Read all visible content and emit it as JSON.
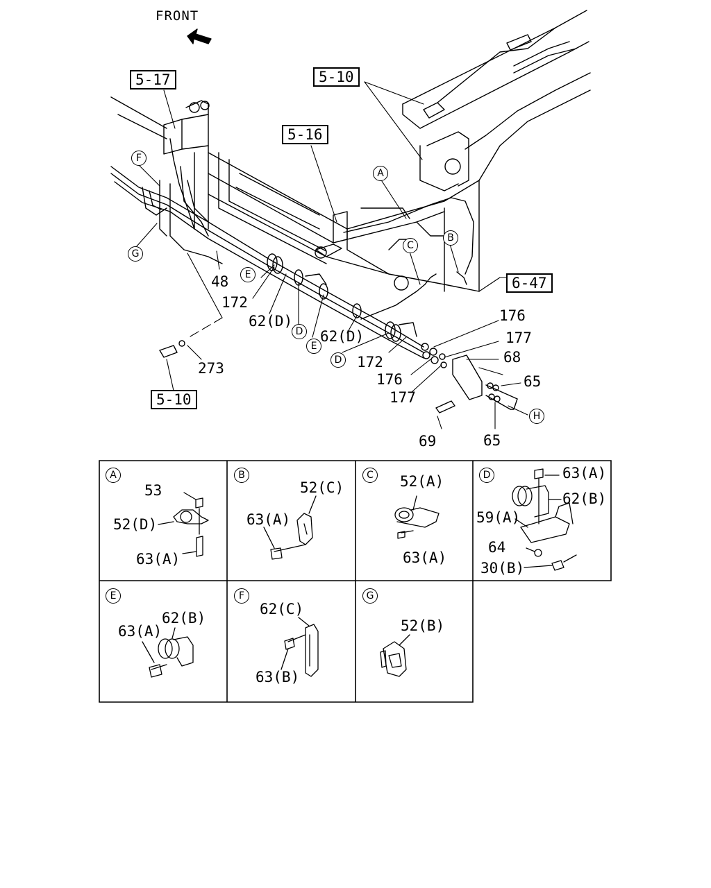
{
  "header": {
    "front_label": "FRONT"
  },
  "references": {
    "ref_5_17": "5-17",
    "ref_5_10_top": "5-10",
    "ref_5_16": "5-16",
    "ref_6_47": "6-47",
    "ref_5_10_bottom": "5-10"
  },
  "callouts": {
    "A": "A",
    "B": "B",
    "C": "C",
    "D": "D",
    "E": "E",
    "F": "F",
    "G": "G",
    "H": "H"
  },
  "main_parts": {
    "p48": "48",
    "p172_left": "172",
    "p62d_left": "62(D)",
    "p62d_mid": "62(D)",
    "p172_right": "172",
    "p176_top": "176",
    "p177_top": "177",
    "p68": "68",
    "p65_right": "65",
    "p176_bottom": "176",
    "p177_bottom": "177",
    "p69": "69",
    "p65_bottom": "65",
    "p273": "273"
  },
  "details": {
    "A": {
      "tag": "A",
      "labels": [
        "53",
        "52(D)",
        "63(A)"
      ]
    },
    "B": {
      "tag": "B",
      "labels": [
        "52(C)",
        "63(A)"
      ]
    },
    "C": {
      "tag": "C",
      "labels": [
        "52(A)",
        "63(A)"
      ]
    },
    "D": {
      "tag": "D",
      "labels": [
        "63(A)",
        "62(B)",
        "59(A)",
        "64",
        "30(B)"
      ]
    },
    "E": {
      "tag": "E",
      "labels": [
        "63(A)",
        "62(B)"
      ]
    },
    "F": {
      "tag": "F",
      "labels": [
        "62(C)",
        "63(B)"
      ]
    },
    "G": {
      "tag": "G",
      "labels": [
        "52(B)"
      ]
    }
  }
}
